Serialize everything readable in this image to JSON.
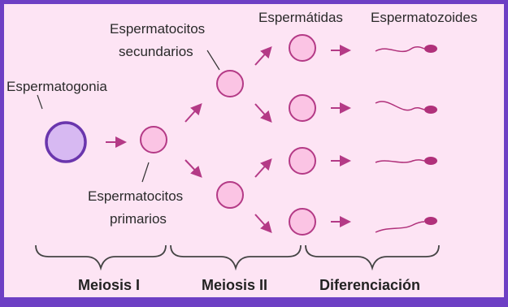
{
  "diagram": {
    "labels": {
      "espermatogonia": "Espermatogonia",
      "primarios_line1": "Espermatocitos",
      "primarios_line2": "primarios",
      "secundarios_line1": "Espermatocitos",
      "secundarios_line2": "secundarios",
      "espermatidas": "Espermátidas",
      "espermatozoides": "Espermatozoides"
    },
    "stages": {
      "meiosis1": "Meiosis I",
      "meiosis2": "Meiosis II",
      "diferenciacion": "Diferenciación"
    },
    "colors": {
      "frame": "#6d3fc4",
      "background": "#fde4f4",
      "spermatogonia_fill": "#d7b9f2",
      "spermatogonia_stroke": "#6a36ad",
      "cell_fill": "#fbc4e4",
      "cell_stroke": "#b43a86",
      "arrow": "#b43a86",
      "sperm": "#b0307a",
      "text": "#2a2a2a"
    }
  }
}
